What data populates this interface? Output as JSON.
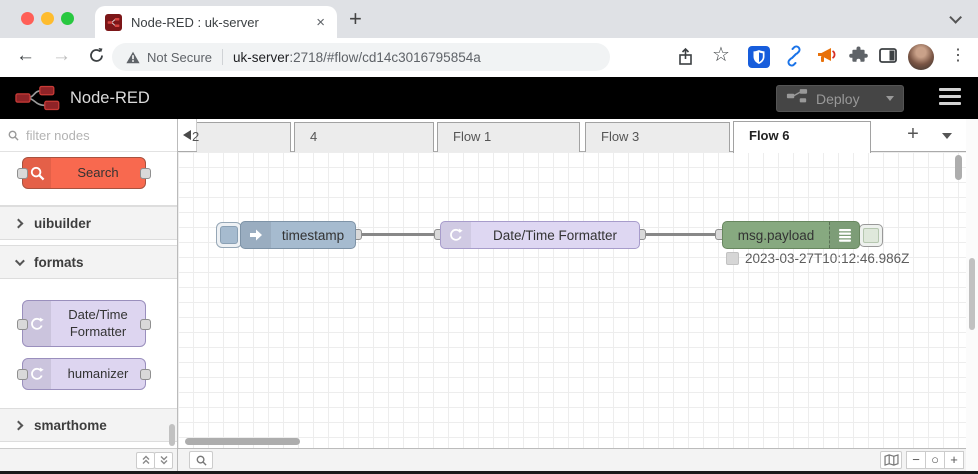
{
  "browser": {
    "tab": {
      "title": "Node-RED : uk-server",
      "close": "×",
      "new_tab": "+"
    },
    "toolbar": {
      "back": "←",
      "forward": "→",
      "warning": "Not Secure",
      "url_host": "uk-server",
      "url_rest": ":2718/#flow/cd14c3016795854a",
      "star": "☆",
      "menu_dots": "⋮"
    }
  },
  "nr_header": {
    "title": "Node-RED",
    "deploy_label": "Deploy"
  },
  "palette": {
    "filter_placeholder": "filter nodes",
    "search_node_label": "Search",
    "categories": {
      "uibuilder": "uibuilder",
      "formats": "formats",
      "smarthome": "smarthome"
    },
    "formats_nodes": [
      "Date/Time Formatter",
      "humanizer"
    ]
  },
  "flow_tabs": {
    "items": [
      "2",
      "4",
      "Flow 1",
      "Flow 3",
      "Flow 6"
    ],
    "active": "Flow 6",
    "add": "+"
  },
  "canvas": {
    "inject_label": "timestamp",
    "formatter_label": "Date/Time Formatter",
    "debug_label": "msg.payload",
    "status_text": "2023-03-27T10:12:46.986Z"
  },
  "footer": {
    "zoom_out": "−",
    "zoom_reset": "○",
    "zoom_in": "+"
  },
  "colors": {
    "inject_node": "#a6bbcf",
    "formatter_node": "#ded7f2",
    "debug_node": "#87a980",
    "search_node": "#f8694f",
    "header_bg": "#000000",
    "deploy_bg": "#454545",
    "wire": "#888888"
  }
}
